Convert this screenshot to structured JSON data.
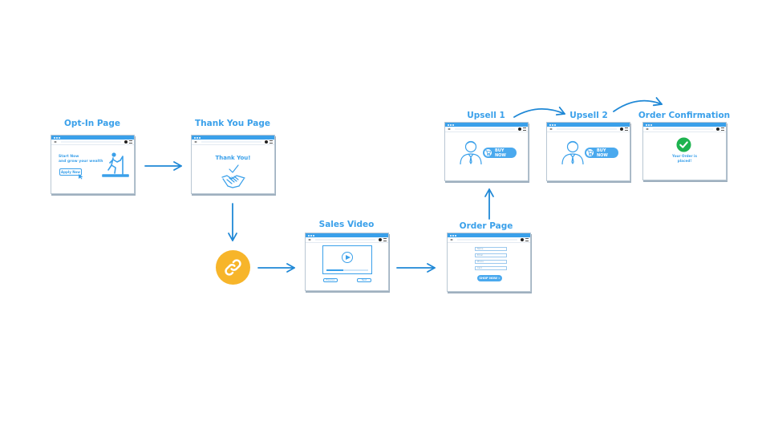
{
  "nodes": {
    "optin": {
      "title": "Opt-In Page",
      "headline": "Start Now\nand grow your wealth",
      "button": "Apply Now"
    },
    "thankyou": {
      "title": "Thank You Page",
      "headline": "Thank You!"
    },
    "sales": {
      "title": "Sales Video",
      "btn_left": "Previous",
      "btn_right": "Next"
    },
    "order": {
      "title": "Order Page",
      "fields": [
        "Name",
        "Email",
        "Phone",
        "Card"
      ],
      "button": "SHOP NOW"
    },
    "upsell1": {
      "title": "Upsell 1",
      "button": "BUY NOW"
    },
    "upsell2": {
      "title": "Upsell 2",
      "button": "BUY NOW"
    },
    "confirm": {
      "title": "Order Confirmation",
      "message": "Your Order is\nplaced!"
    }
  },
  "colors": {
    "blue": "#3aa0ea",
    "arrow": "#1f88d6",
    "link": "#f7b52a",
    "check": "#1db34f"
  },
  "icons": [
    "treadmill-icon",
    "handshake-icon",
    "link-icon",
    "play-icon",
    "person-icon",
    "cart-icon",
    "check-icon"
  ]
}
